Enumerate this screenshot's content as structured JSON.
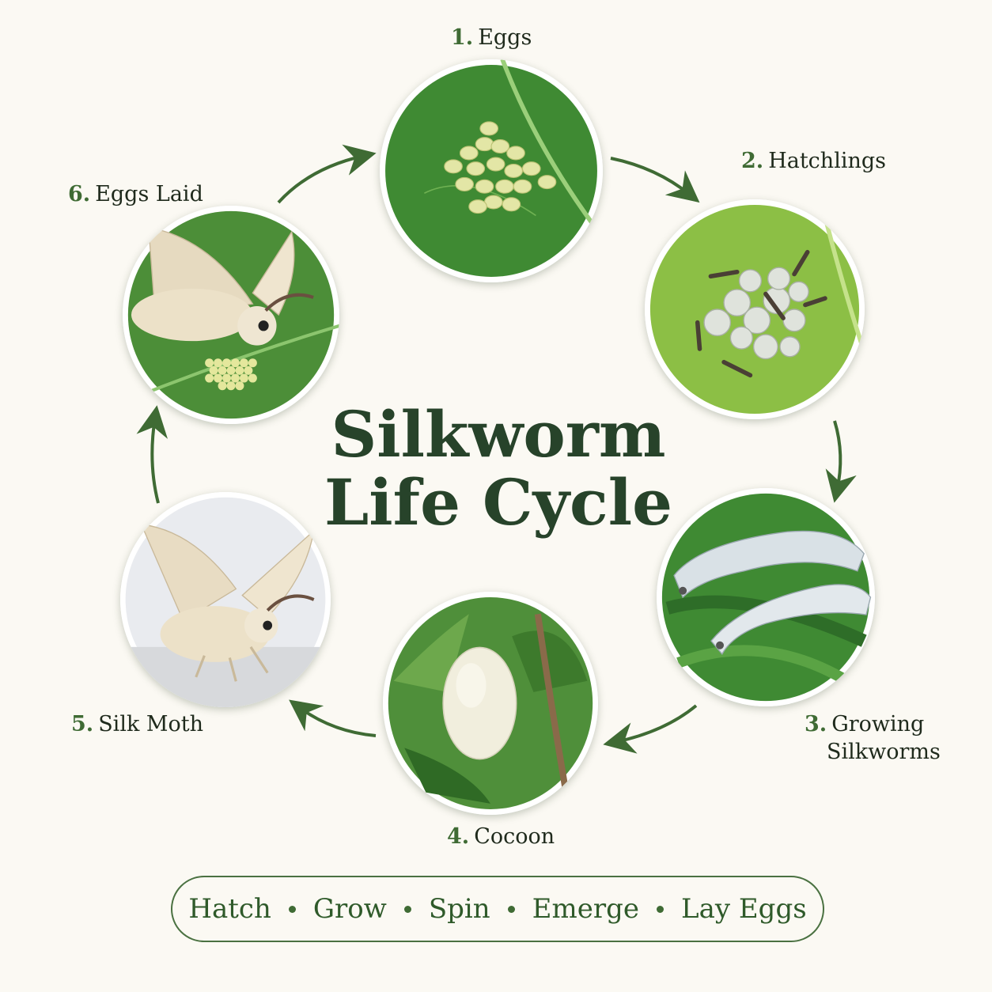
{
  "title": {
    "line1": "Silkworm",
    "line2": "Life Cycle"
  },
  "stages": [
    {
      "num": "1.",
      "name": "Eggs"
    },
    {
      "num": "2.",
      "name": "Hatchlings"
    },
    {
      "num": "3.",
      "name_line1": "Growing",
      "name_line2": "Silkworms"
    },
    {
      "num": "4.",
      "name": "Cocoon"
    },
    {
      "num": "5.",
      "name": "Silk Moth"
    },
    {
      "num": "6.",
      "name": "Eggs Laid"
    }
  ],
  "summary": [
    "Hatch",
    "Grow",
    "Spin",
    "Emerge",
    "Lay Eggs"
  ],
  "colors": {
    "accent": "#3f6b34",
    "title": "#27432a",
    "leaf": "#4f8f3a",
    "background": "#fbf9f3"
  }
}
